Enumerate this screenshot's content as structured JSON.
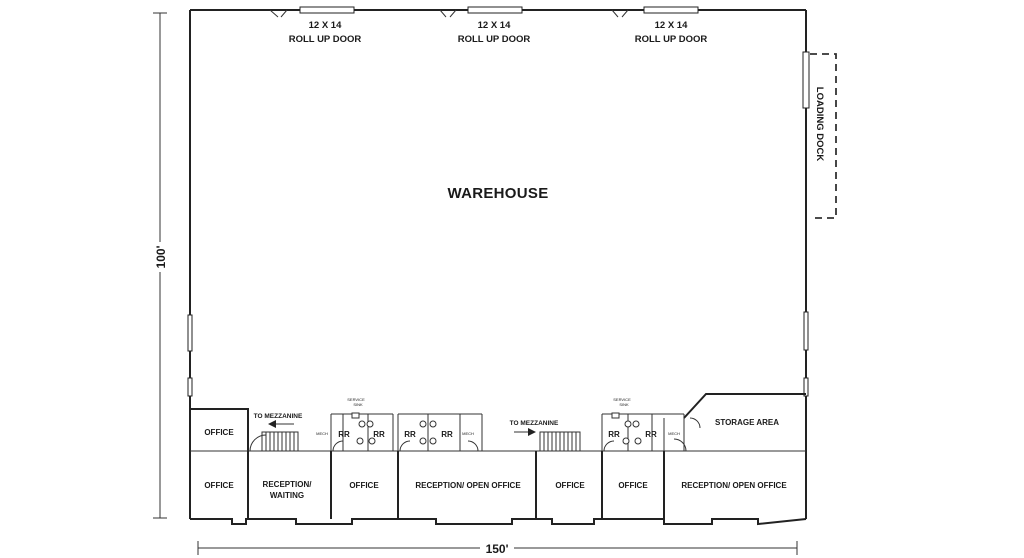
{
  "warehouse": {
    "label": "WAREHOUSE"
  },
  "roll_up_doors": [
    {
      "line1": "12 X 14",
      "line2": "ROLL UP DOOR"
    },
    {
      "line1": "12 X 14",
      "line2": "ROLL UP DOOR"
    },
    {
      "line1": "12 X 14",
      "line2": "ROLL UP DOOR"
    }
  ],
  "loading_dock": {
    "label": "LOADING DOCK"
  },
  "dimensions": {
    "height": "100'",
    "width": "150'"
  },
  "rooms": {
    "office_upper": "OFFICE",
    "to_mezzanine_left": "TO MEZZANINE",
    "to_mezzanine_right": "TO MEZZANINE",
    "storage_area": "STORAGE AREA",
    "rr": "RR",
    "mech": "MECH",
    "service_sink_line1": "SERVICE",
    "service_sink_line2": "SINK",
    "office": "OFFICE",
    "reception_waiting_line1": "RECEPTION/",
    "reception_waiting_line2": "WAITING",
    "reception_open_office": "RECEPTION/ OPEN OFFICE"
  }
}
